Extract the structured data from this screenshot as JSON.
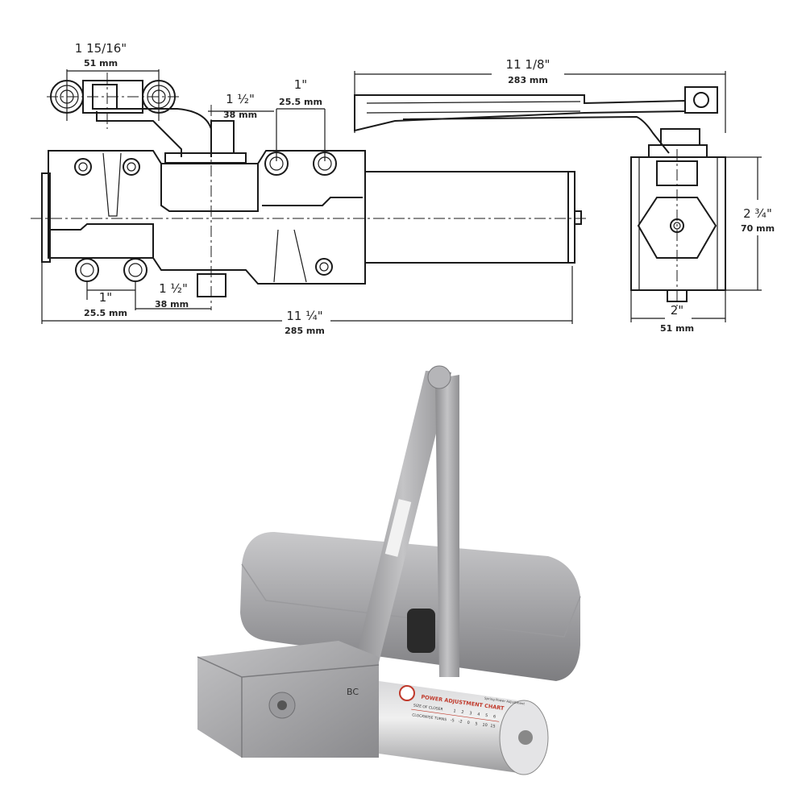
{
  "drawing": {
    "arm_width": {
      "inch": "1 15/16\"",
      "mm": "51 mm"
    },
    "top_shoe_offset": {
      "inch": "1 ½\"",
      "mm": "38 mm"
    },
    "top_hole_spacing": {
      "inch": "1\"",
      "mm": "25.5 mm"
    },
    "arm_length": {
      "inch": "11 1/8\"",
      "mm": "283 mm"
    },
    "body_height": {
      "inch": "2 ¾\"",
      "mm": "70 mm"
    },
    "bottom_hole_spacing": {
      "inch": "1\"",
      "mm": "25.5 mm"
    },
    "bottom_shoe_offset": {
      "inch": "1 ½\"",
      "mm": "38 mm"
    },
    "overall_length": {
      "inch": "11 ¼\"",
      "mm": "285 mm"
    },
    "body_width": {
      "inch": "2\"",
      "mm": "51 mm"
    }
  },
  "photo": {
    "body_mark": "BC",
    "chart_title": "POWER ADJUSTMENT CHART",
    "spring_label": "Spring Power Adjustment",
    "row1_label": "SIZE OF CLOSER",
    "row1_values": [
      "1",
      "2",
      "3",
      "4",
      "5",
      "6"
    ],
    "row2_label": "CLOCKWISE TURNS",
    "row2_values": [
      "-5",
      "-2",
      "0",
      "5",
      "10",
      "15"
    ],
    "accent_color": "#c0392b",
    "metal_color": "#a9a9ab"
  }
}
